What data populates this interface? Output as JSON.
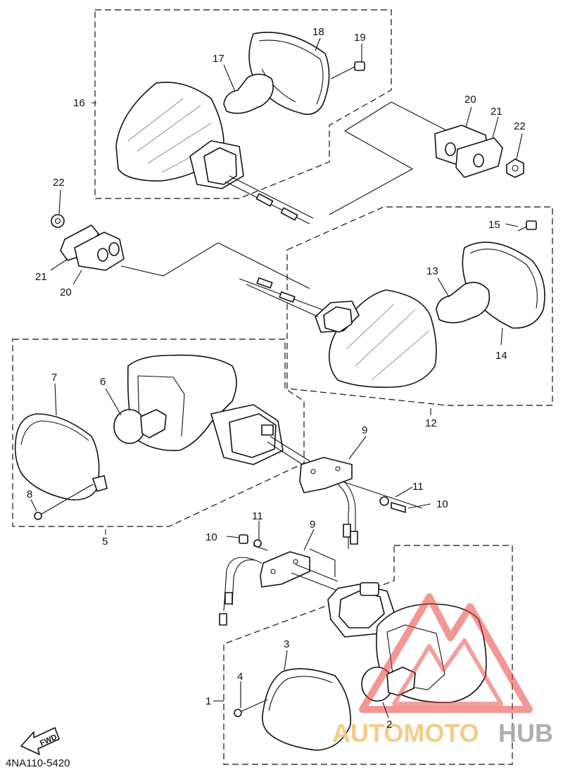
{
  "diagram": {
    "code": "4NA110-5420",
    "fwd_label": "FWD",
    "watermark": {
      "part1": "AUTOMOTO",
      "part2": "HUB",
      "color": "#e8423c"
    },
    "labels": {
      "n1": "1",
      "n2": "2",
      "n3": "3",
      "n4": "4",
      "n5": "5",
      "n6": "6",
      "n7": "7",
      "n8": "8",
      "n9a": "9",
      "n9b": "9",
      "n10a": "10",
      "n10b": "10",
      "n11a": "11",
      "n11b": "11",
      "n12": "12",
      "n13": "13",
      "n14": "14",
      "n15": "15",
      "n16": "16",
      "n17": "17",
      "n18": "18",
      "n19": "19",
      "n20a": "20",
      "n20b": "20",
      "n21a": "21",
      "n21b": "21",
      "n22a": "22",
      "n22b": "22"
    }
  }
}
